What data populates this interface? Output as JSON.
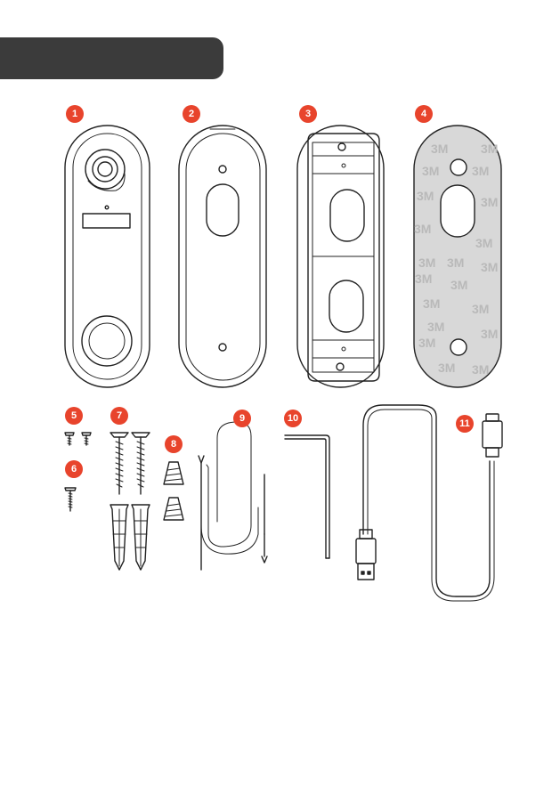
{
  "header": {
    "title": ""
  },
  "accent_color": "#e8442c",
  "items": [
    {
      "number": "1",
      "icon": "doorbell-icon"
    },
    {
      "number": "2",
      "icon": "mounting-plate-icon"
    },
    {
      "number": "3",
      "icon": "wedge-bracket-icon"
    },
    {
      "number": "4",
      "icon": "adhesive-sticker-icon"
    },
    {
      "number": "5",
      "icon": "small-screws-icon"
    },
    {
      "number": "6",
      "icon": "screw-icon"
    },
    {
      "number": "7",
      "icon": "screws-and-anchors-icon"
    },
    {
      "number": "8",
      "icon": "wire-nuts-icon"
    },
    {
      "number": "9",
      "icon": "extension-wire-icon"
    },
    {
      "number": "10",
      "icon": "hex-key-icon"
    },
    {
      "number": "11",
      "icon": "usb-cable-icon"
    }
  ],
  "sticker_text": "3M"
}
